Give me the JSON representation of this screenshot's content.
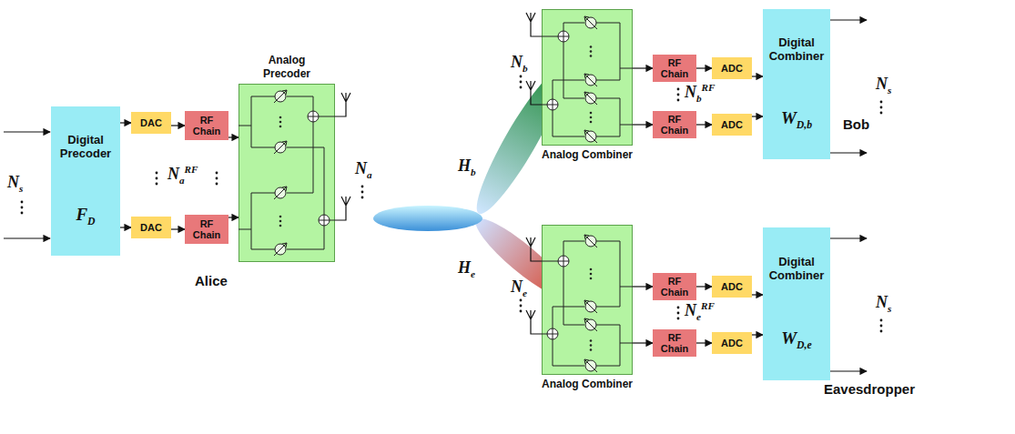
{
  "diagram": {
    "nodes": [
      {
        "text": [
          "Digital Precoder",
          "FD"
        ]
      },
      {
        "text": [
          "DAC"
        ]
      },
      {
        "text": [
          "DAC"
        ]
      },
      {
        "text": [
          "RF Chain"
        ]
      },
      {
        "text": [
          "RF Chain"
        ]
      },
      {
        "text": [
          "Analog Precoder"
        ]
      },
      {
        "text": [
          "Analog Combiner"
        ]
      },
      {
        "text": [
          "RF Chain"
        ]
      },
      {
        "text": [
          "RF Chain"
        ]
      },
      {
        "text": [
          "ADC"
        ]
      },
      {
        "text": [
          "ADC"
        ]
      },
      {
        "text": [
          "Digital Combiner",
          "WD,b"
        ]
      },
      {
        "text": [
          "Analog Combiner"
        ]
      },
      {
        "text": [
          "RF Chain"
        ]
      },
      {
        "text": [
          "RF Chain"
        ]
      },
      {
        "text": [
          "ADC"
        ]
      },
      {
        "text": [
          "ADC"
        ]
      },
      {
        "text": [
          "Digital Combiner",
          "WD,e"
        ]
      }
    ],
    "edges": [
      {
        "from": 0,
        "to": 1,
        "arrow": "to"
      },
      {
        "from": 0,
        "to": 2,
        "arrow": "to"
      },
      {
        "from": 1,
        "to": 3,
        "arrow": "to"
      },
      {
        "from": 2,
        "to": 4,
        "arrow": "to"
      },
      {
        "from": 3,
        "to": 5,
        "arrow": "to"
      },
      {
        "from": 4,
        "to": 5,
        "arrow": "to"
      },
      {
        "from": 6,
        "to": 7,
        "arrow": "to"
      },
      {
        "from": 6,
        "to": 8,
        "arrow": "to"
      },
      {
        "from": 7,
        "to": 9,
        "arrow": "to"
      },
      {
        "from": 8,
        "to": 10,
        "arrow": "to"
      },
      {
        "from": 9,
        "to": 11,
        "arrow": "to"
      },
      {
        "from": 10,
        "to": 11,
        "arrow": "to"
      },
      {
        "from": 12,
        "to": 13,
        "arrow": "to"
      },
      {
        "from": 12,
        "to": 14,
        "arrow": "to"
      },
      {
        "from": 13,
        "to": 15,
        "arrow": "to"
      },
      {
        "from": 14,
        "to": 16,
        "arrow": "to"
      },
      {
        "from": 15,
        "to": 17,
        "arrow": "to"
      },
      {
        "from": 16,
        "to": 17,
        "arrow": "to"
      }
    ],
    "labels": [
      "Ns",
      "NaRF",
      "Na",
      "Alice",
      "Hb",
      "He",
      "Nb",
      "NbRF",
      "Ns",
      "Bob",
      "Ne",
      "NeRF",
      "Ns",
      "Eavesdropper"
    ]
  }
}
